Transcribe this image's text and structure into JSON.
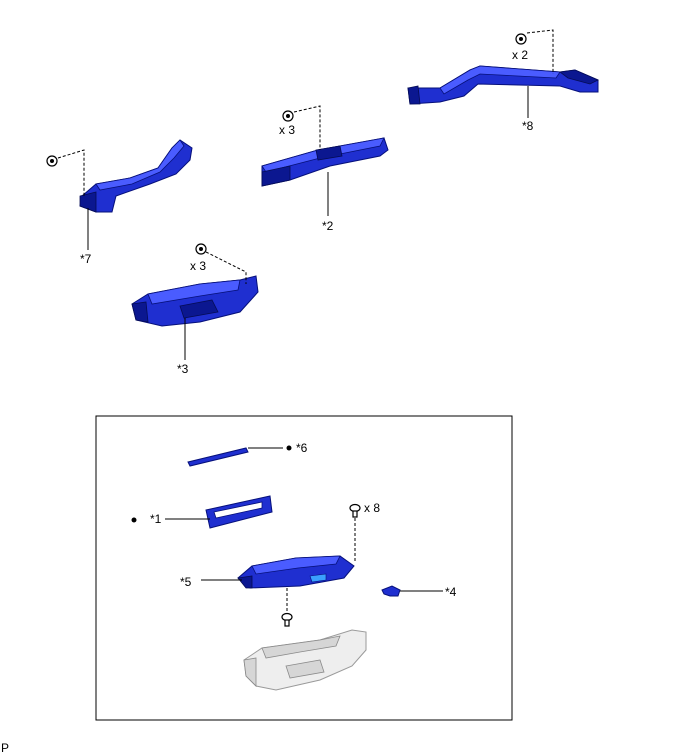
{
  "labels": {
    "p8": "*8",
    "p2": "*2",
    "p7": "*7",
    "p3": "*3",
    "p6": "*6",
    "p1": "*1",
    "p5": "*5",
    "p4": "*4"
  },
  "quantities": {
    "p8": "x 2",
    "p2": "x 3",
    "p3": "x 3",
    "p5": "x 8"
  },
  "footer": {
    "code": "P"
  },
  "icons": {
    "clip": "clip-icon",
    "bolt": "bolt-icon",
    "bullet": "bullet-icon"
  },
  "colors": {
    "part": "#1f2fd0",
    "ghost": "#eeeeee"
  }
}
